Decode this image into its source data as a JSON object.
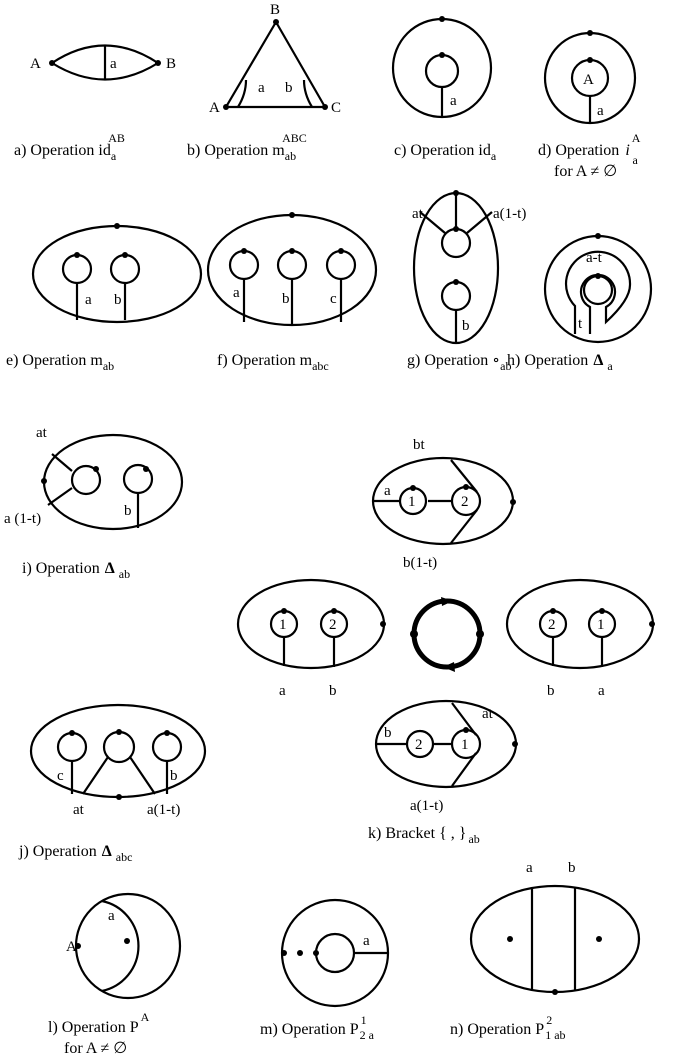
{
  "diagrams": {
    "a": {
      "labels": [
        "A",
        "a",
        "B"
      ],
      "caption": "a) Operation id",
      "sub": "a",
      "sup": "AB"
    },
    "b": {
      "labels": [
        "B",
        "A",
        "C",
        "a",
        "b"
      ],
      "caption": "b) Operation m",
      "sub": "ab",
      "sup": "ABC"
    },
    "c": {
      "labels": [
        "a"
      ],
      "caption": "c) Operation id",
      "sub": "a"
    },
    "d": {
      "labels": [
        "A",
        "a"
      ],
      "caption": "d) Operation",
      "italic": "i",
      "sup": "A",
      "sub": "a",
      "condition": "for  A ≠ ∅"
    },
    "e": {
      "labels": [
        "a",
        "b"
      ],
      "caption": "e) Operation m",
      "sub": "ab"
    },
    "f": {
      "labels": [
        "a",
        "b",
        "c"
      ],
      "caption": "f) Operation  m",
      "sub": "abc"
    },
    "g": {
      "labels": [
        "at",
        "a(1-t)",
        "b"
      ],
      "caption": "g) Operation ∘",
      "sub": "ab"
    },
    "h": {
      "labels": [
        "a-t",
        "t"
      ],
      "caption": "h) Operation",
      "symbol": "Δ",
      "sub": "a"
    },
    "i": {
      "labels": [
        "at",
        "a (1-t)",
        "b"
      ],
      "caption": "i) Operation",
      "symbol": "Δ",
      "sub": "ab"
    },
    "k_upper": {
      "labels": [
        "1",
        "2",
        "a",
        "bt",
        "b(1-t)"
      ]
    },
    "k_middle": {
      "labels": [
        "1",
        "2",
        "a",
        "b",
        "2",
        "1",
        "b",
        "a"
      ]
    },
    "j": {
      "labels": [
        "c",
        "b",
        "at",
        "a(1-t)"
      ],
      "caption": "j) Operation",
      "symbol": "Δ",
      "sub": "abc"
    },
    "k_lower": {
      "labels": [
        "2",
        "1",
        "b",
        "at",
        "a(1-t)"
      ],
      "caption": "k) Bracket { , }",
      "sub": "ab"
    },
    "l": {
      "labels": [
        "A",
        "a"
      ],
      "caption": "l) Operation  P",
      "sup": "A",
      "condition": "for  A ≠ ∅"
    },
    "m": {
      "labels": [
        "a"
      ],
      "caption": "m) Operation  P",
      "sup": "1",
      "sub": "2  a"
    },
    "n": {
      "labels": [
        "a",
        "b"
      ],
      "caption": "n) Operation  P",
      "sup": "2",
      "sub": "1 ab"
    }
  }
}
